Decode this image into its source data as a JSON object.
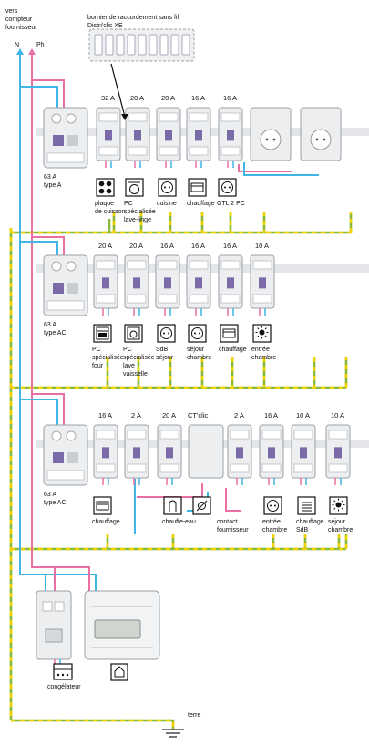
{
  "header": {
    "meter_note": [
      "vers",
      "compteur",
      "fournisseur"
    ],
    "neutral": "N",
    "phase": "Ph",
    "bornier": [
      "bornier de raccordement sans fil",
      "Distri'clic XE"
    ]
  },
  "colors": {
    "neutral": "#3fb6e6",
    "phase": "#ea6fa5",
    "earth_green": "#8ab83a",
    "earth_yellow": "#f2d200",
    "module": "#eceef0",
    "module_edge": "#9aa0a6"
  },
  "row1": {
    "rcd": [
      "63 A",
      "type A"
    ],
    "ratings": [
      "32 A",
      "20 A",
      "20 A",
      "16 A",
      "16 A"
    ],
    "circuits": [
      {
        "icon": "hob-icon",
        "label": [
          "plaque",
          "de cuisson"
        ]
      },
      {
        "icon": "washing-machine-icon",
        "label": [
          "PC",
          "spécialisée",
          "lave-linge"
        ]
      },
      {
        "icon": "socket-icon",
        "label": [
          "cuisine"
        ]
      },
      {
        "icon": "heater-icon",
        "label": [
          "chauffage"
        ]
      },
      {
        "icon": "socket-icon",
        "label": [
          "GTL 2 PC"
        ]
      }
    ]
  },
  "row2": {
    "rcd": [
      "63 A",
      "type AC"
    ],
    "ratings": [
      "20 A",
      "20 A",
      "16 A",
      "16 A",
      "16 A",
      "10 A"
    ],
    "circuits": [
      {
        "icon": "oven-icon",
        "label": [
          "PC",
          "spécialisée",
          "four"
        ]
      },
      {
        "icon": "dishwasher-icon",
        "label": [
          "PC",
          "spécialisée",
          "lave",
          "vaisselle"
        ]
      },
      {
        "icon": "socket-icon",
        "label": [
          "SdB",
          "séjour"
        ]
      },
      {
        "icon": "socket-icon",
        "label": [
          "séjour",
          "chambre"
        ]
      },
      {
        "icon": "heater-icon",
        "label": [
          "chauffage"
        ]
      },
      {
        "icon": "lamp-icon",
        "label": [
          "entrée",
          "chambre"
        ]
      }
    ]
  },
  "row3": {
    "rcd": [
      "63 A",
      "type AC"
    ],
    "ratings": [
      "16 A",
      "2 A",
      "20 A",
      "CT'clic",
      "2 A",
      "16 A",
      "10 A",
      "10 A"
    ],
    "circuits": [
      {
        "icon": "heater-icon",
        "label": [
          "chauffage"
        ]
      },
      {
        "icon": "water-heater-icon",
        "label": [
          "chauffe-eau"
        ]
      },
      {
        "icon": "contactor-icon",
        "label": []
      },
      {
        "icon": "none",
        "label": [
          "contact",
          "fournisseur"
        ]
      },
      {
        "icon": "socket-icon",
        "label": [
          "entrée",
          "chambre"
        ]
      },
      {
        "icon": "towel-heater-icon",
        "label": [
          "chauffage",
          "SdB"
        ]
      },
      {
        "icon": "lamp-icon",
        "label": [
          "séjour",
          "chambre"
        ]
      }
    ]
  },
  "bottom": {
    "freezer": "congélateur",
    "earth": "terre"
  }
}
